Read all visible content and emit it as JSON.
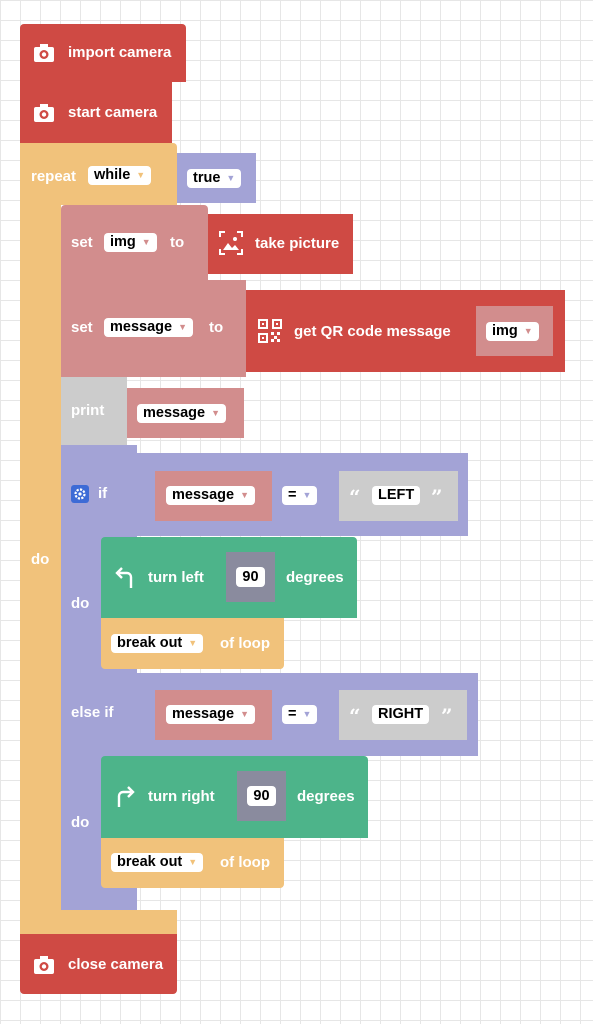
{
  "blocks": {
    "import_camera": {
      "label": "import camera",
      "icon": "camera-icon"
    },
    "start_camera": {
      "label": "start camera",
      "icon": "camera-icon"
    },
    "repeat": {
      "label": "repeat",
      "mode": "while",
      "condition": "true",
      "do_label": "do"
    },
    "set_img": {
      "set_label": "set",
      "variable": "img",
      "to_label": "to",
      "value_label": "take picture",
      "value_icon": "image-icon"
    },
    "set_message": {
      "set_label": "set",
      "variable": "message",
      "to_label": "to",
      "value_label": "get QR code message",
      "value_icon": "qr-code-icon",
      "arg": "img"
    },
    "print": {
      "label": "print",
      "variable": "message"
    },
    "if_block": {
      "if_label": "if",
      "icon": "gear-icon",
      "cond1": {
        "variable": "message",
        "op": "=",
        "text": "LEFT"
      },
      "do_label": "do",
      "turn_left": {
        "label": "turn left",
        "value": "90",
        "unit": "degrees",
        "icon": "turn-left-icon"
      },
      "break1": {
        "option": "break out",
        "suffix": "of loop"
      },
      "else_if_label": "else if",
      "cond2": {
        "variable": "message",
        "op": "=",
        "text": "RIGHT"
      },
      "do2_label": "do",
      "turn_right": {
        "label": "turn right",
        "value": "90",
        "unit": "degrees",
        "icon": "turn-right-icon"
      },
      "break2": {
        "option": "break out",
        "suffix": "of loop"
      }
    },
    "close_camera": {
      "label": "close camera",
      "icon": "camera-icon"
    }
  },
  "quote_open": "“",
  "quote_close": "”",
  "colors": {
    "red": "#cf4a44",
    "red_light": "#d28d8d",
    "loop": "#f1c27b",
    "logic": "#a3a3d6",
    "motion": "#4db48a",
    "print": "#cccccc",
    "number": "#8a8b9e"
  }
}
